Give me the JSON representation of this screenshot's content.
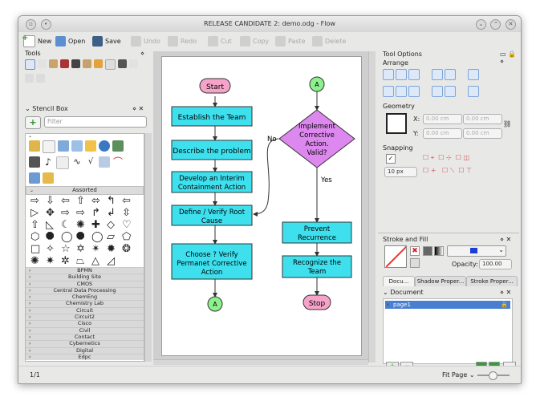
{
  "window": {
    "title": "RELEASE CANDIDATE 2: demo.odg - Flow"
  },
  "toolbar": {
    "new": "New",
    "open": "Open",
    "save": "Save",
    "undo": "Undo",
    "redo": "Redo",
    "cut": "Cut",
    "copy": "Copy",
    "paste": "Paste",
    "delete": "Delete"
  },
  "tools_panel": {
    "title": "Tools"
  },
  "stencil_box": {
    "title": "Stencil Box",
    "filter_placeholder": "Filter",
    "group": "Assorted",
    "categories": [
      "BPMN",
      "Building Site",
      "CMOS",
      "Central Data Processing",
      "ChemEng",
      "Chemistry Lab",
      "Circuit",
      "Circuit2",
      "Cisco",
      "Civil",
      "Contact",
      "Cybernetics",
      "Digital",
      "Edpc"
    ]
  },
  "flowchart": {
    "start": "Start",
    "establish": "Establish the Team",
    "describe": "Describe the problem",
    "develop": "Develop an Interim Containment Action",
    "define": "Define / Verify Root Cause",
    "choose": "Choose ? Verify Permanet Corrective Action",
    "connector_a1": "A",
    "connector_a2": "A",
    "implement": "Implement Corrective Action. Valid?",
    "no": "No",
    "yes": "Yes",
    "prevent": "Prevent Recurrence",
    "recognize": "Recognize the Team",
    "stop": "Stop"
  },
  "tool_options": {
    "title": "Tool Options",
    "arrange": "Arrange",
    "geometry": "Geometry",
    "x_label": "X:",
    "y_label": "Y:",
    "x_value": "0.00 cm",
    "y_value": "0.00 cm",
    "w_value": "0.00 cm",
    "h_value": "0.00 cm",
    "snapping": "Snapping",
    "snap_distance": "10 px"
  },
  "stroke_fill": {
    "title": "Stroke and Fill",
    "opacity_label": "Opacity:",
    "opacity_value": "100.00"
  },
  "docker_tabs": [
    "Docu...",
    "Shadow Proper...",
    "Stroke Proper..."
  ],
  "document": {
    "title": "Document",
    "page": "page1"
  },
  "status": {
    "page_count": "1/1",
    "zoom": "Fit Page"
  },
  "colors": {
    "process_fill": "#3ee0ee",
    "terminal_fill": "#f5a3c8",
    "connector_fill": "#8cf08c",
    "decision_fill": "#dd88ee"
  }
}
